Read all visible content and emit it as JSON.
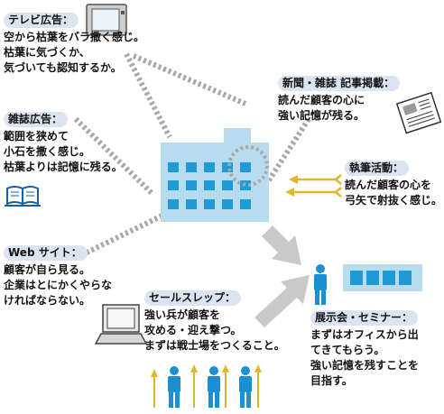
{
  "tv_ad": {
    "title": "テレビ広告：",
    "lines": [
      "空から枯葉をバラ撒く感じ。",
      "枯葉に気づくか、",
      "気づいても認知するか。"
    ]
  },
  "magazine_ad": {
    "title": "雑誌広告：",
    "lines": [
      "範囲を狭めて",
      "小石を撒く感じ。",
      "枯葉よりは記憶に残る。"
    ]
  },
  "website": {
    "title": "Web サイト：",
    "lines": [
      "顧客が自ら見る。",
      "企業はとにかくやらな",
      "ければならない。"
    ]
  },
  "press": {
    "title": "新聞・雑誌 記事掲載：",
    "lines": [
      "読んだ顧客の心に",
      "強い記憶が残る。"
    ]
  },
  "writing": {
    "title": "執筆活動：",
    "lines": [
      "読んだ顧客の心を",
      "弓矢で射抜く感じ。"
    ]
  },
  "sales_rep": {
    "title": "セールスレップ：",
    "lines": [
      "強い兵が顧客を",
      "攻める・迎え撃つ。",
      "まずは戦士場をつくること。"
    ]
  },
  "exhibition": {
    "title": "展示会・セミナー：",
    "lines": [
      "まずはオフィスから出",
      "てきてもらう。",
      "強い記憶を残すことを",
      "目指す。"
    ]
  },
  "colors": {
    "label_bg": "#dbe5f1",
    "building": "#b7dcef",
    "window": "#1f9ad6",
    "dots": "#a8a8a8",
    "arrow": "#c9c9c9",
    "person": "#1a8fd1",
    "arrow_gold": "#e3b52c"
  },
  "icons": [
    "tv-icon",
    "book-icon",
    "laptop-icon",
    "newspaper-icon",
    "office-building-icon",
    "target-circle-icon",
    "person-icon",
    "golden-arrow-icon",
    "booth-icon",
    "big-arrow-icon"
  ]
}
